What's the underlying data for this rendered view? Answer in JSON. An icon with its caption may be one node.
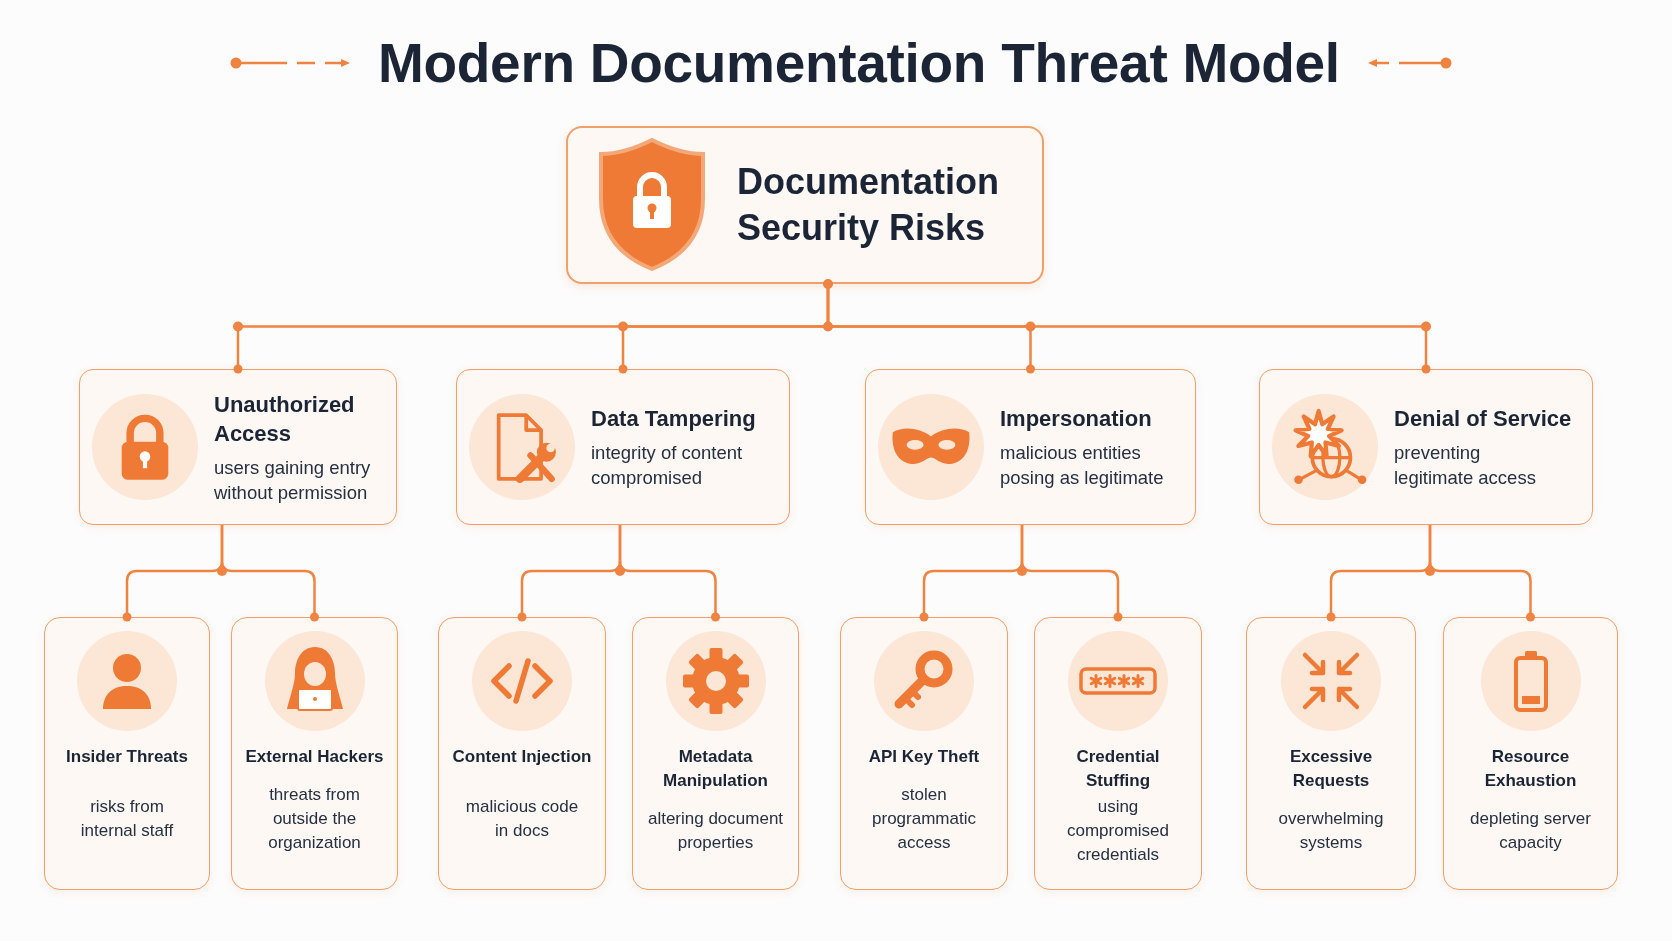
{
  "diagram": {
    "title": "Modern Documentation Threat Model",
    "nodes": [
      {
        "text": [
          "Documentation Security Risks"
        ]
      },
      {
        "text": [
          "Unauthorized Access",
          "users gaining entry without permission"
        ]
      },
      {
        "text": [
          "Data Tampering",
          "integrity of content compromised"
        ]
      },
      {
        "text": [
          "Impersonation",
          "malicious entities posing as legitimate"
        ]
      },
      {
        "text": [
          "Denial of Service",
          "preventing legitimate access"
        ]
      },
      {
        "text": [
          "Insider Threats",
          "risks from internal staff"
        ]
      },
      {
        "text": [
          "External Hackers",
          "threats from outside the organization"
        ]
      },
      {
        "text": [
          "Content Injection",
          "malicious code in docs"
        ]
      },
      {
        "text": [
          "Metadata Manipulation",
          "altering document properties"
        ]
      },
      {
        "text": [
          "API Key Theft",
          "stolen programmatic access"
        ]
      },
      {
        "text": [
          "Credential Stuffing",
          "using compromised credentials"
        ]
      },
      {
        "text": [
          "Excessive Requests",
          "overwhelming systems"
        ]
      },
      {
        "text": [
          "Resource Exhaustion",
          "depleting server capacity"
        ]
      }
    ],
    "edges": [
      {
        "from": 0,
        "to": 1,
        "arrow": "other"
      },
      {
        "from": 0,
        "to": 2,
        "arrow": "other"
      },
      {
        "from": 0,
        "to": 3,
        "arrow": "other"
      },
      {
        "from": 0,
        "to": 4,
        "arrow": "other"
      },
      {
        "from": 1,
        "to": 5,
        "arrow": "other"
      },
      {
        "from": 1,
        "to": 6,
        "arrow": "other"
      },
      {
        "from": 2,
        "to": 7,
        "arrow": "other"
      },
      {
        "from": 2,
        "to": 8,
        "arrow": "other"
      },
      {
        "from": 3,
        "to": 9,
        "arrow": "other"
      },
      {
        "from": 3,
        "to": 10,
        "arrow": "other"
      },
      {
        "from": 4,
        "to": 11,
        "arrow": "other"
      },
      {
        "from": 4,
        "to": 12,
        "arrow": "other"
      }
    ]
  }
}
